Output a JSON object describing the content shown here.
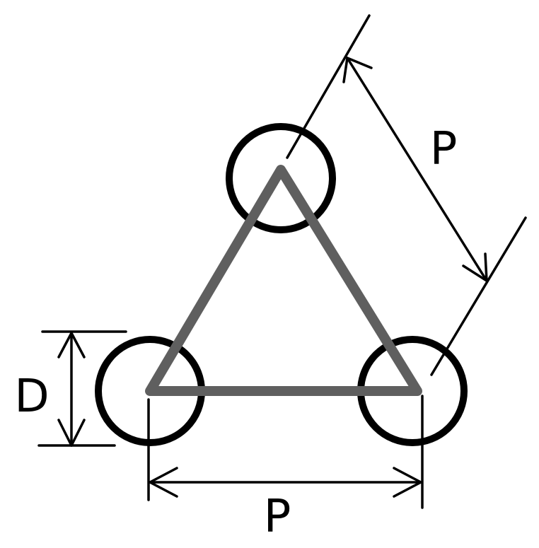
{
  "labels": {
    "pitch_bottom": "P",
    "pitch_side": "P",
    "diameter": "D"
  },
  "colors": {
    "triangle": "#5f5f5f",
    "lines": "#000000",
    "background": "#ffffff"
  }
}
